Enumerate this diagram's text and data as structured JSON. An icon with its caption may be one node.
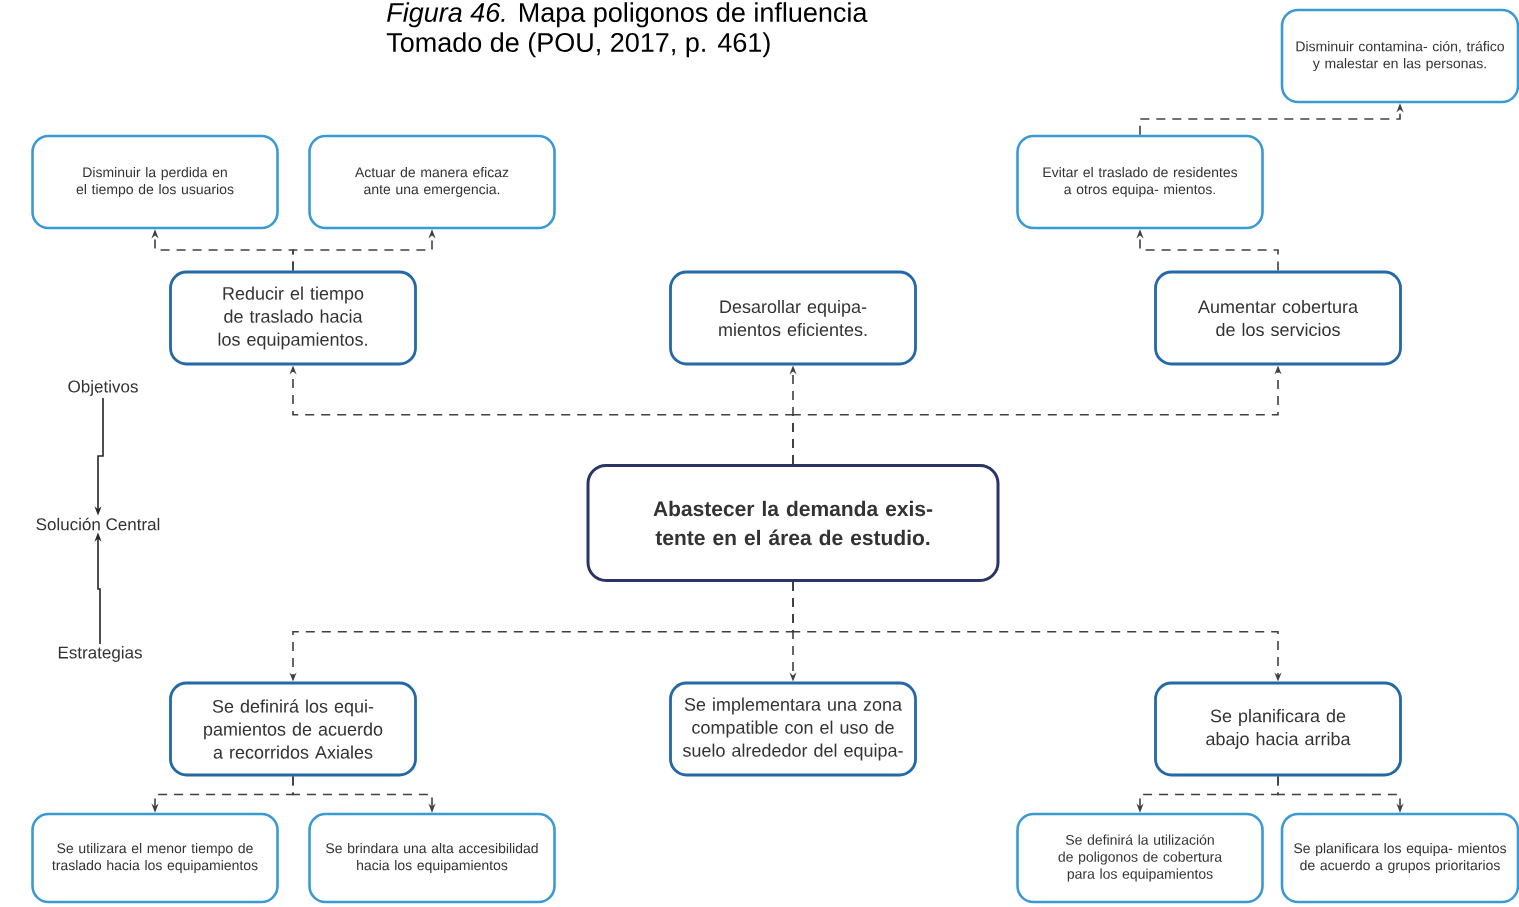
{
  "diagram": {
    "title": "*Figura 46.* Mapa poligonos de influencia",
    "caption": "Tomado de (POU, 2017, p. 461)",
    "nodes": [
      {
        "text": [
          "Disminuir la perdida en el tiempo de los usuarios"
        ]
      },
      {
        "text": [
          "Actuar de manera eficaz ante una emergencia."
        ]
      },
      {
        "text": [
          "Disminuir contamina- ción, tráfico y malestar en las personas."
        ]
      },
      {
        "text": [
          "Evitar el traslado de residentes a otros equipa- mientos."
        ]
      },
      {
        "text": [
          "Reducir el tiempo de traslado hacia los equipamientos."
        ]
      },
      {
        "text": [
          "Desarollar equipa- mientos eficientes."
        ]
      },
      {
        "text": [
          "Aumentar cobertura de los servicios"
        ]
      },
      {
        "text": [
          "Abastecer la demanda exis- tente en el área de estudio."
        ]
      },
      {
        "text": [
          "Se definirá los equi- pamientos de acuerdo a recorridos Axiales"
        ]
      },
      {
        "text": [
          "Se implementara una zona compatible con el uso de suelo alrededor del equipa-"
        ]
      },
      {
        "text": [
          "Se planificara de abajo hacia arriba"
        ]
      },
      {
        "text": [
          "Se utilizara el menor tiempo de traslado hacia los equipamientos"
        ]
      },
      {
        "text": [
          "Se brindara una alta accesibilidad hacia los equipamientos"
        ]
      },
      {
        "text": [
          "Se definirá la utilización de poligonos de cobertura para los equipamientos"
        ]
      },
      {
        "text": [
          "Se planificara los equipa- mientos de acuerdo a grupos prioritarios"
        ]
      },
      {
        "text": [
          "Objetivos"
        ]
      },
      {
        "text": [
          "Solución Central"
        ]
      },
      {
        "text": [
          "Estrategias"
        ]
      }
    ],
    "edges": [
      {
        "from": 7,
        "to": 4,
        "arrow": "to",
        "style": "dashed"
      },
      {
        "from": 7,
        "to": 5,
        "arrow": "to",
        "style": "dashed"
      },
      {
        "from": 7,
        "to": 6,
        "arrow": "to",
        "style": "dashed"
      },
      {
        "from": 4,
        "to": 0,
        "arrow": "to",
        "style": "dashed"
      },
      {
        "from": 4,
        "to": 1,
        "arrow": "to",
        "style": "dashed"
      },
      {
        "from": 6,
        "to": 3,
        "arrow": "to",
        "style": "dashed"
      },
      {
        "from": 3,
        "to": 2,
        "arrow": "to",
        "style": "dashed"
      },
      {
        "from": 7,
        "to": 8,
        "arrow": "to",
        "style": "dashed"
      },
      {
        "from": 7,
        "to": 9,
        "arrow": "to",
        "style": "dashed"
      },
      {
        "from": 7,
        "to": 10,
        "arrow": "to",
        "style": "dashed"
      },
      {
        "from": 8,
        "to": 11,
        "arrow": "to",
        "style": "dashed"
      },
      {
        "from": 8,
        "to": 12,
        "arrow": "to",
        "style": "dashed"
      },
      {
        "from": 10,
        "to": 13,
        "arrow": "to",
        "style": "dashed"
      },
      {
        "from": 10,
        "to": 14,
        "arrow": "to",
        "style": "dashed"
      },
      {
        "from": 15,
        "to": 16,
        "arrow": "to"
      },
      {
        "from": 17,
        "to": 16,
        "arrow": "to"
      }
    ]
  }
}
